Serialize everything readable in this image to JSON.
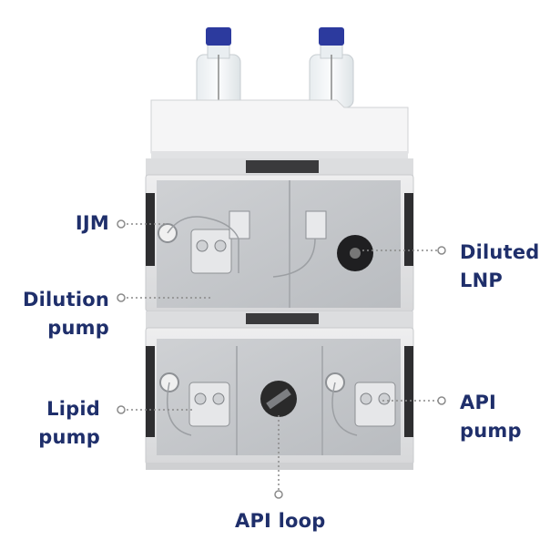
{
  "labels": {
    "ijm": "IJM",
    "dilution_pump": {
      "line1": "Dilution",
      "line2": "pump"
    },
    "lipid_pump": {
      "line1": "Lipid",
      "line2": "pump"
    },
    "diluted_lnp": {
      "line1": "Diluted",
      "line2": "LNP"
    },
    "api_pump": {
      "line1": "API",
      "line2": "pump"
    },
    "api_loop": "API loop"
  },
  "colors": {
    "label_text": "#1f2f6b",
    "leader_line": "#8a8a8a",
    "bottle_cap": "#2c3a9e",
    "module_frame": "#d9dadc",
    "module_panel": "#c7c9cc",
    "loop_disc": "#2a2a2a"
  }
}
